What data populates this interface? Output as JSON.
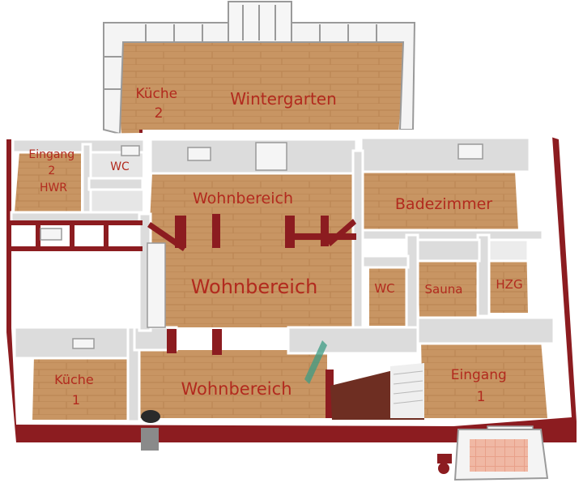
{
  "floorplan": {
    "rooms": [
      {
        "id": "kueche-2",
        "lines": [
          "Küche",
          "2"
        ]
      },
      {
        "id": "wintergarten",
        "lines": [
          "Wintergarten"
        ]
      },
      {
        "id": "eingang-2-hwr",
        "lines": [
          "Eingang",
          "2",
          "HWR"
        ]
      },
      {
        "id": "wc-north",
        "lines": [
          "WC"
        ]
      },
      {
        "id": "wohnbereich-north",
        "lines": [
          "Wohnbereich"
        ]
      },
      {
        "id": "badezimmer",
        "lines": [
          "Badezimmer"
        ]
      },
      {
        "id": "wohnbereich-center",
        "lines": [
          "Wohnbereich"
        ]
      },
      {
        "id": "wc-east",
        "lines": [
          "WC"
        ]
      },
      {
        "id": "sauna",
        "lines": [
          "Sauna"
        ]
      },
      {
        "id": "hzg",
        "lines": [
          "HZG"
        ]
      },
      {
        "id": "kueche-1",
        "lines": [
          "Küche",
          "1"
        ]
      },
      {
        "id": "wohnbereich-south",
        "lines": [
          "Wohnbereich"
        ]
      },
      {
        "id": "eingang-1",
        "lines": [
          "Eingang",
          "1"
        ]
      }
    ],
    "colors": {
      "floor": "#c89563",
      "wall_top": "#ffffff",
      "wall_side": "#dcdcdc",
      "outer_wall": "#8c1c20",
      "label": "#b22a1e",
      "glass_frame": "#9a9a9a"
    }
  }
}
